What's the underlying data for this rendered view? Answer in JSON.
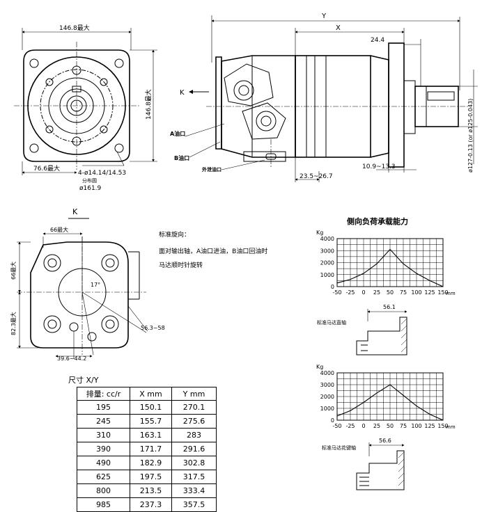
{
  "front_view": {
    "width_label": "146.8最大",
    "height_label": "146.8最大",
    "left_offset_label": "76.6最大",
    "bolt_holes_label": "4-ø14.14/14.53",
    "pitch_circle_label": "分布圆",
    "pitch_circle_value": "ø161.9"
  },
  "side_view": {
    "y_label": "Y",
    "x_label": "X",
    "dim_24_label": "24.4",
    "k_label": "K",
    "port_a_label": "A油口",
    "port_b_label": "B油口",
    "drain_label": "外泄油口",
    "dim_23_label": "23.5~26.7",
    "dim_10_label": "10.9~13.3",
    "shaft_dia_label": "ø127-0.13 (or ø125-0.043)"
  },
  "k_view": {
    "title": "K",
    "dim_66_top": "66最大",
    "dim_66_side": "66最大",
    "dim_82_label": "82.3最大",
    "angle_label": "17°",
    "dim_56_label": "56.3~58",
    "dim_39_label": "39.6~44.2"
  },
  "rotation_note": {
    "line1": "标准旋向：",
    "line2": "面对输出轴，A油口进油，B油口回油时",
    "line3": "马达顺时针旋转"
  },
  "load_section": {
    "title": "侧向负荷承载能力"
  },
  "chart_data": [
    {
      "type": "line",
      "ylabel": "Kg",
      "xunit": "mm",
      "x_ticks": [
        -50,
        -25,
        0,
        25,
        50,
        75,
        100,
        125,
        150
      ],
      "y_ticks": [
        0,
        1000,
        2000,
        3000,
        4000
      ],
      "xlim": [
        -50,
        150
      ],
      "ylim": [
        0,
        4000
      ],
      "grid": true,
      "x": [
        -50,
        -25,
        0,
        25,
        50,
        75,
        100,
        125,
        150
      ],
      "y": [
        300,
        600,
        1100,
        1900,
        3100,
        1900,
        1100,
        500,
        0
      ]
    },
    {
      "type": "line",
      "ylabel": "Kg",
      "xunit": "mm",
      "x_ticks": [
        -50,
        -25,
        0,
        25,
        50,
        75,
        100,
        125,
        150
      ],
      "y_ticks": [
        0,
        1000,
        2000,
        3000,
        4000
      ],
      "xlim": [
        -50,
        150
      ],
      "ylim": [
        0,
        4000
      ],
      "grid": true,
      "x": [
        -50,
        -25,
        0,
        25,
        50,
        75,
        100,
        125,
        150
      ],
      "y": [
        350,
        800,
        1500,
        2300,
        3000,
        2100,
        1200,
        500,
        0
      ]
    }
  ],
  "shaft_diagrams": {
    "straight_caption": "标准马达直轴",
    "straight_dim": "56.1",
    "spline_caption": "标准马达花键轴",
    "spline_dim": "56.6"
  },
  "table": {
    "title": "尺寸 X/Y",
    "headers": [
      "排量: cc/r",
      "X mm",
      "Y mm"
    ],
    "rows": [
      [
        "195",
        "150.1",
        "270.1"
      ],
      [
        "245",
        "155.7",
        "275.6"
      ],
      [
        "310",
        "163.1",
        "283"
      ],
      [
        "390",
        "171.7",
        "291.6"
      ],
      [
        "490",
        "182.9",
        "302.8"
      ],
      [
        "625",
        "197.5",
        "317.5"
      ],
      [
        "800",
        "213.5",
        "333.4"
      ],
      [
        "985",
        "237.3",
        "357.5"
      ]
    ]
  }
}
